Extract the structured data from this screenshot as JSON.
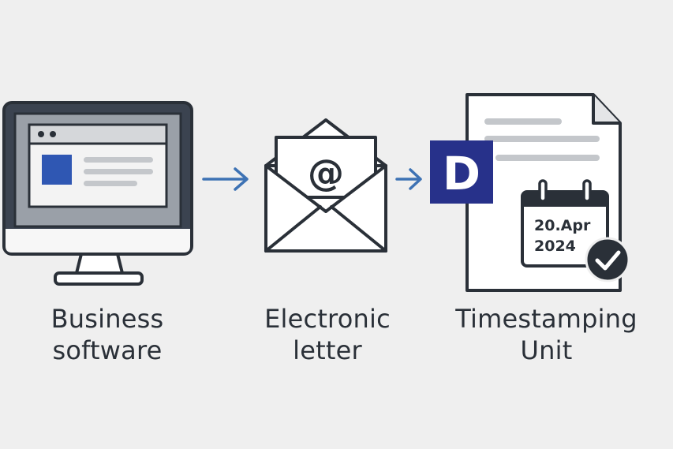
{
  "colors": {
    "background": "#efefef",
    "outline": "#2a3038",
    "arrow": "#3d72b4",
    "accent_blue": "#2f57b3",
    "badge_navy": "#27318a",
    "check_circle": "#2a3038"
  },
  "steps": [
    {
      "icon": "computer-monitor-icon",
      "label_line1": "Business",
      "label_line2": "software"
    },
    {
      "icon": "envelope-icon",
      "symbol": "@",
      "label_line1": "Electronic",
      "label_line2": "letter"
    },
    {
      "icon": "document-calendar-icon",
      "badge_letter": "D",
      "calendar_line1": "20.Apr",
      "calendar_line2": "2024",
      "label_line1": "Timestamping",
      "label_line2": "Unit"
    }
  ],
  "connectors": [
    "arrow-right-icon",
    "arrow-right-icon"
  ]
}
